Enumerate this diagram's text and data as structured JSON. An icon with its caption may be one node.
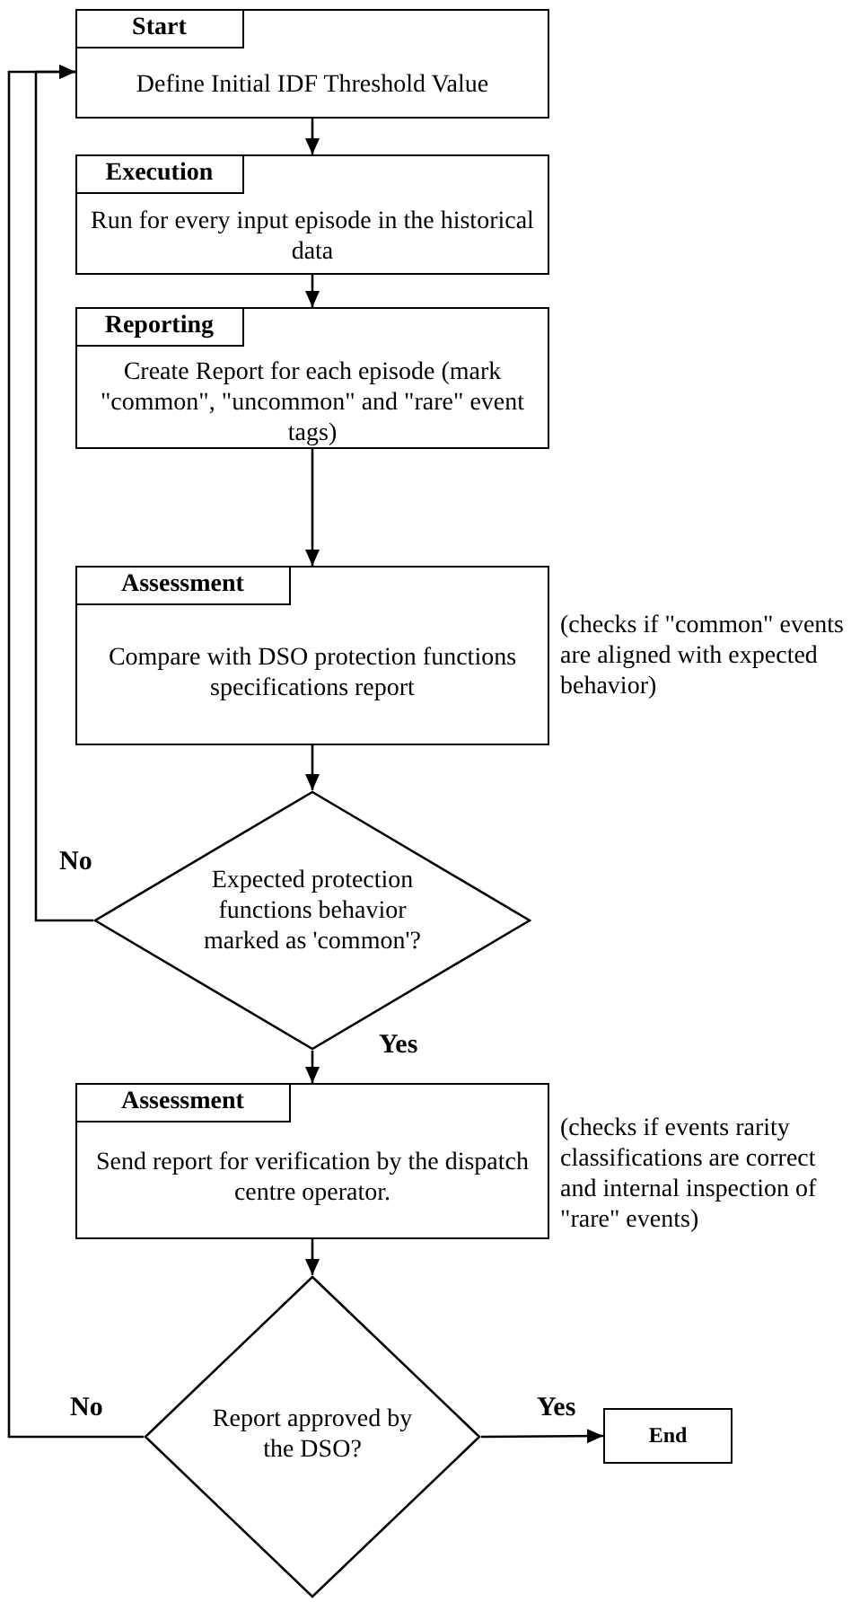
{
  "diagram": {
    "nodes": [
      {
        "text": [
          "Start",
          "Define Initial IDF Threshold Value"
        ]
      },
      {
        "text": [
          "Execution",
          "Run for every input episode in the historical data"
        ]
      },
      {
        "text": [
          "Reporting",
          "Create Report for each episode (mark \"common\", \"uncommon\" and \"rare\" event tags)"
        ]
      },
      {
        "text": [
          "Assessment",
          "Compare with DSO protection functions specifications report"
        ],
        "beside": [
          "(checks if \"common\" events are aligned with expected behavior)"
        ]
      },
      {
        "text": [
          "Expected protection functions behavior marked as 'common'?"
        ]
      },
      {
        "text": [
          "Assessment",
          "Send report for verification by the dispatch centre operator."
        ],
        "beside": [
          "(checks if events rarity classifications are correct and internal inspection of \"rare\" events)"
        ]
      },
      {
        "text": [
          "Report approved by the DSO?"
        ]
      },
      {
        "text": [
          "End"
        ]
      }
    ],
    "edges": [
      {
        "from": 0,
        "to": 1,
        "arrow": "to"
      },
      {
        "from": 1,
        "to": 2,
        "arrow": "to"
      },
      {
        "from": 2,
        "to": 3,
        "arrow": "to"
      },
      {
        "from": 3,
        "to": 4,
        "arrow": "to"
      },
      {
        "from": 4,
        "to": 5,
        "arrow": "to",
        "label": "Yes"
      },
      {
        "from": 4,
        "to": 0,
        "arrow": "to",
        "label": "No"
      },
      {
        "from": 5,
        "to": 6,
        "arrow": "to"
      },
      {
        "from": 6,
        "to": 7,
        "arrow": "to",
        "label": "Yes"
      },
      {
        "from": 6,
        "to": 0,
        "arrow": "to",
        "label": "No"
      }
    ]
  }
}
